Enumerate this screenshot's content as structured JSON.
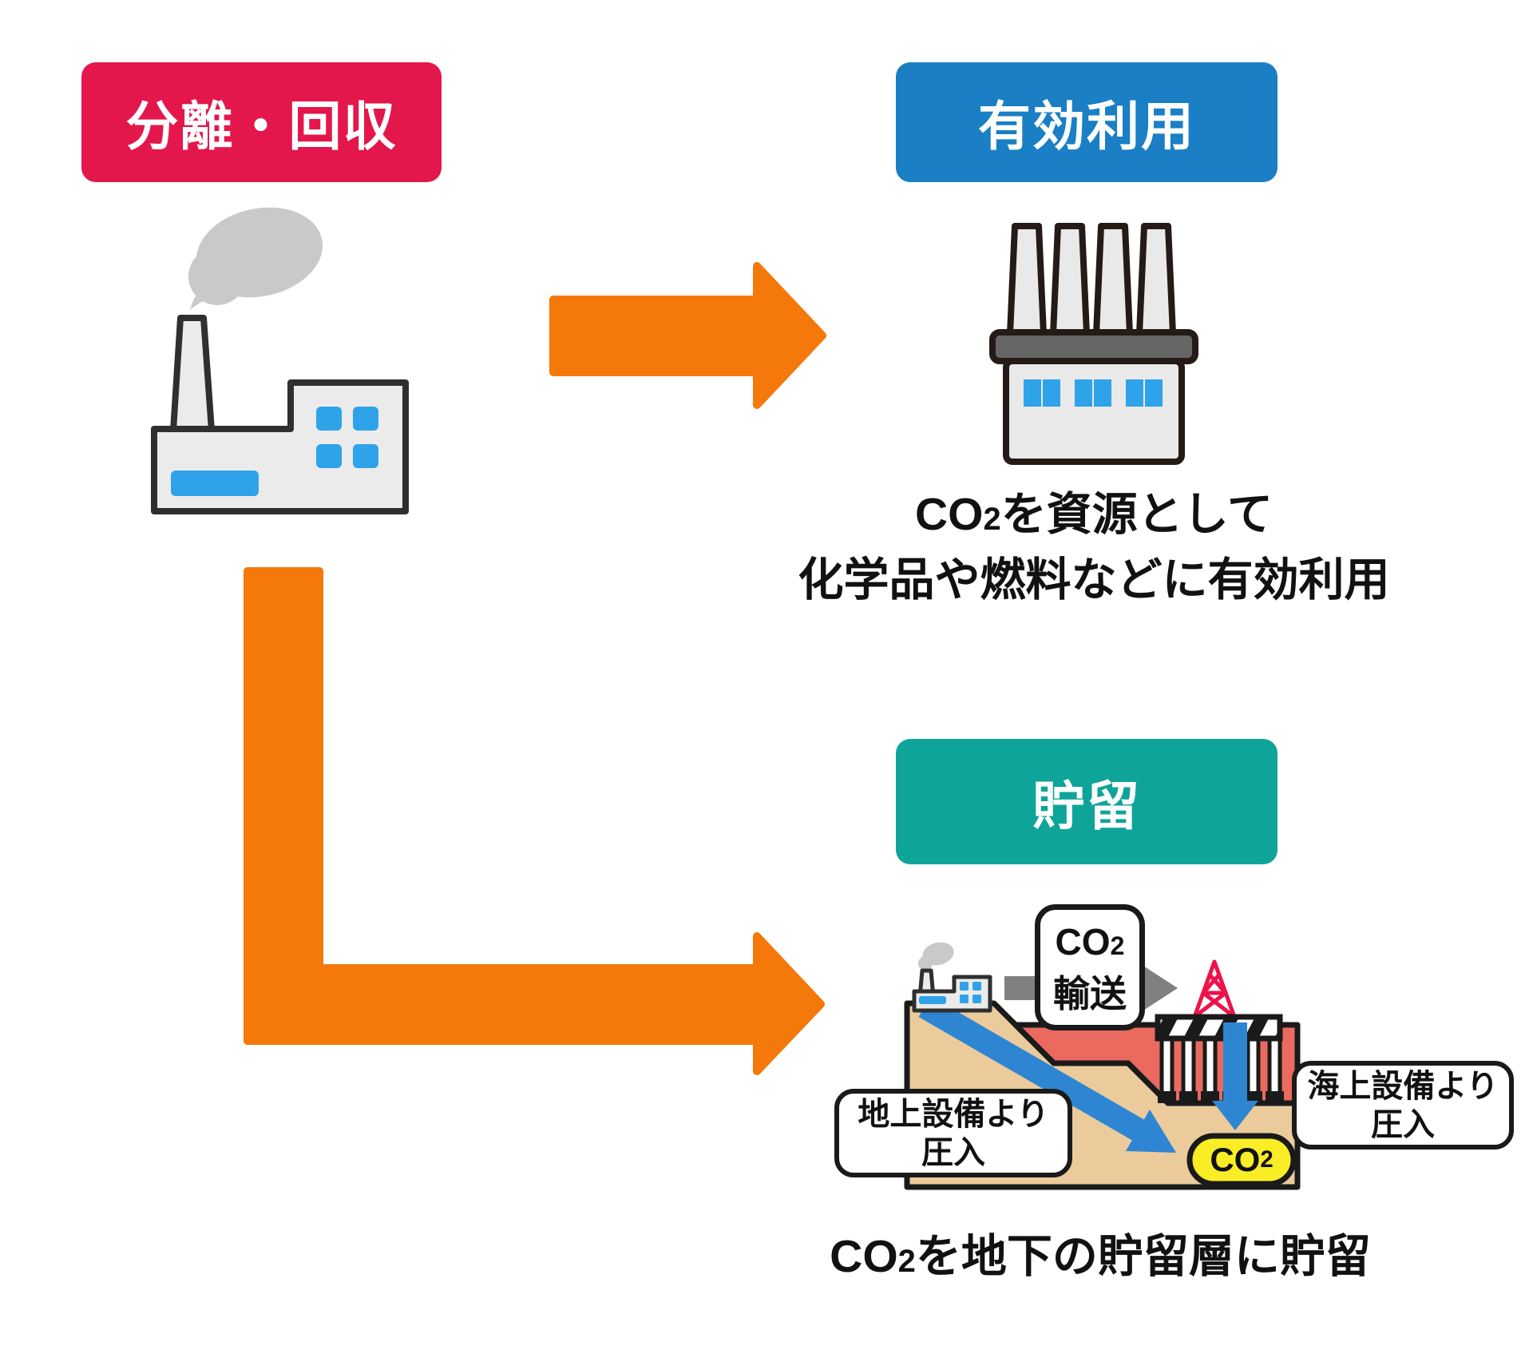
{
  "title": "CCUS diagram: CO2 separation-capture, utilization and storage",
  "colors": {
    "capture_badge": "#E3174B",
    "utilization_badge": "#1A7FC5",
    "storage_badge": "#0FA49A",
    "flow_arrow_orange": "#F5780A",
    "transport_arrow_gray": "#808080",
    "injection_arrow_blue": "#2E86D2",
    "window_blue": "#2FA3E9",
    "building_gray": "#E9E9E9",
    "smoke_gray": "#C9C9C9",
    "land_tan": "#EBCB9C",
    "sea_salmon": "#EA6A60",
    "co2_pill_yellow": "#F9ED26",
    "derrick_red": "#EE1248",
    "outline_dark": "#1A1A1A"
  },
  "badges": {
    "capture": {
      "label": "分離・回収"
    },
    "utilization": {
      "label": "有効利用"
    },
    "storage": {
      "label": "貯留"
    }
  },
  "utilization": {
    "caption": {
      "prefix": "CO",
      "sub": "2",
      "line1_rest": "を資源として",
      "line2": "化学品や燃料などに有効利用"
    }
  },
  "storage": {
    "transport_box": {
      "line1_prefix": "CO",
      "line1_sub": "2",
      "line2": "輸送"
    },
    "ground_injection_box": {
      "line1": "地上設備より",
      "line2": "圧入"
    },
    "sea_injection_box": {
      "line1": "海上設備より",
      "line2": "圧入"
    },
    "co2_pill": {
      "prefix": "CO",
      "sub": "2"
    },
    "caption": {
      "prefix": "CO",
      "sub": "2",
      "rest": "を地下の貯留層に貯留"
    }
  },
  "icons": {
    "capture_factory": "factory-with-smoke-icon",
    "utilization_plant": "power-plant-four-stacks-icon",
    "storage_scene": "underground-storage-scene",
    "derrick": "offshore-derrick-icon",
    "platform": "offshore-platform-icon"
  }
}
